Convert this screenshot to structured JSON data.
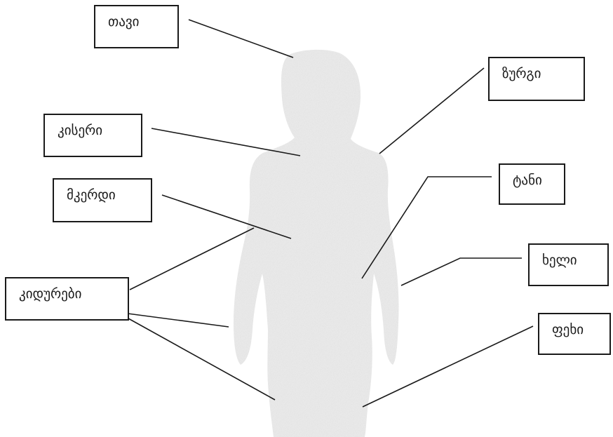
{
  "labels": {
    "head": "თავი",
    "neck": "კისერი",
    "chest": "მკერდი",
    "limbs": "კიდურები",
    "back": "ზურგი",
    "torso": "ტანი",
    "arm": "ხელი",
    "leg": "ფეხი"
  },
  "colors": {
    "line": "#1a1a1a",
    "silhouette": "#e9e9e9",
    "silhouette_speckle": "#d8d8d8"
  }
}
